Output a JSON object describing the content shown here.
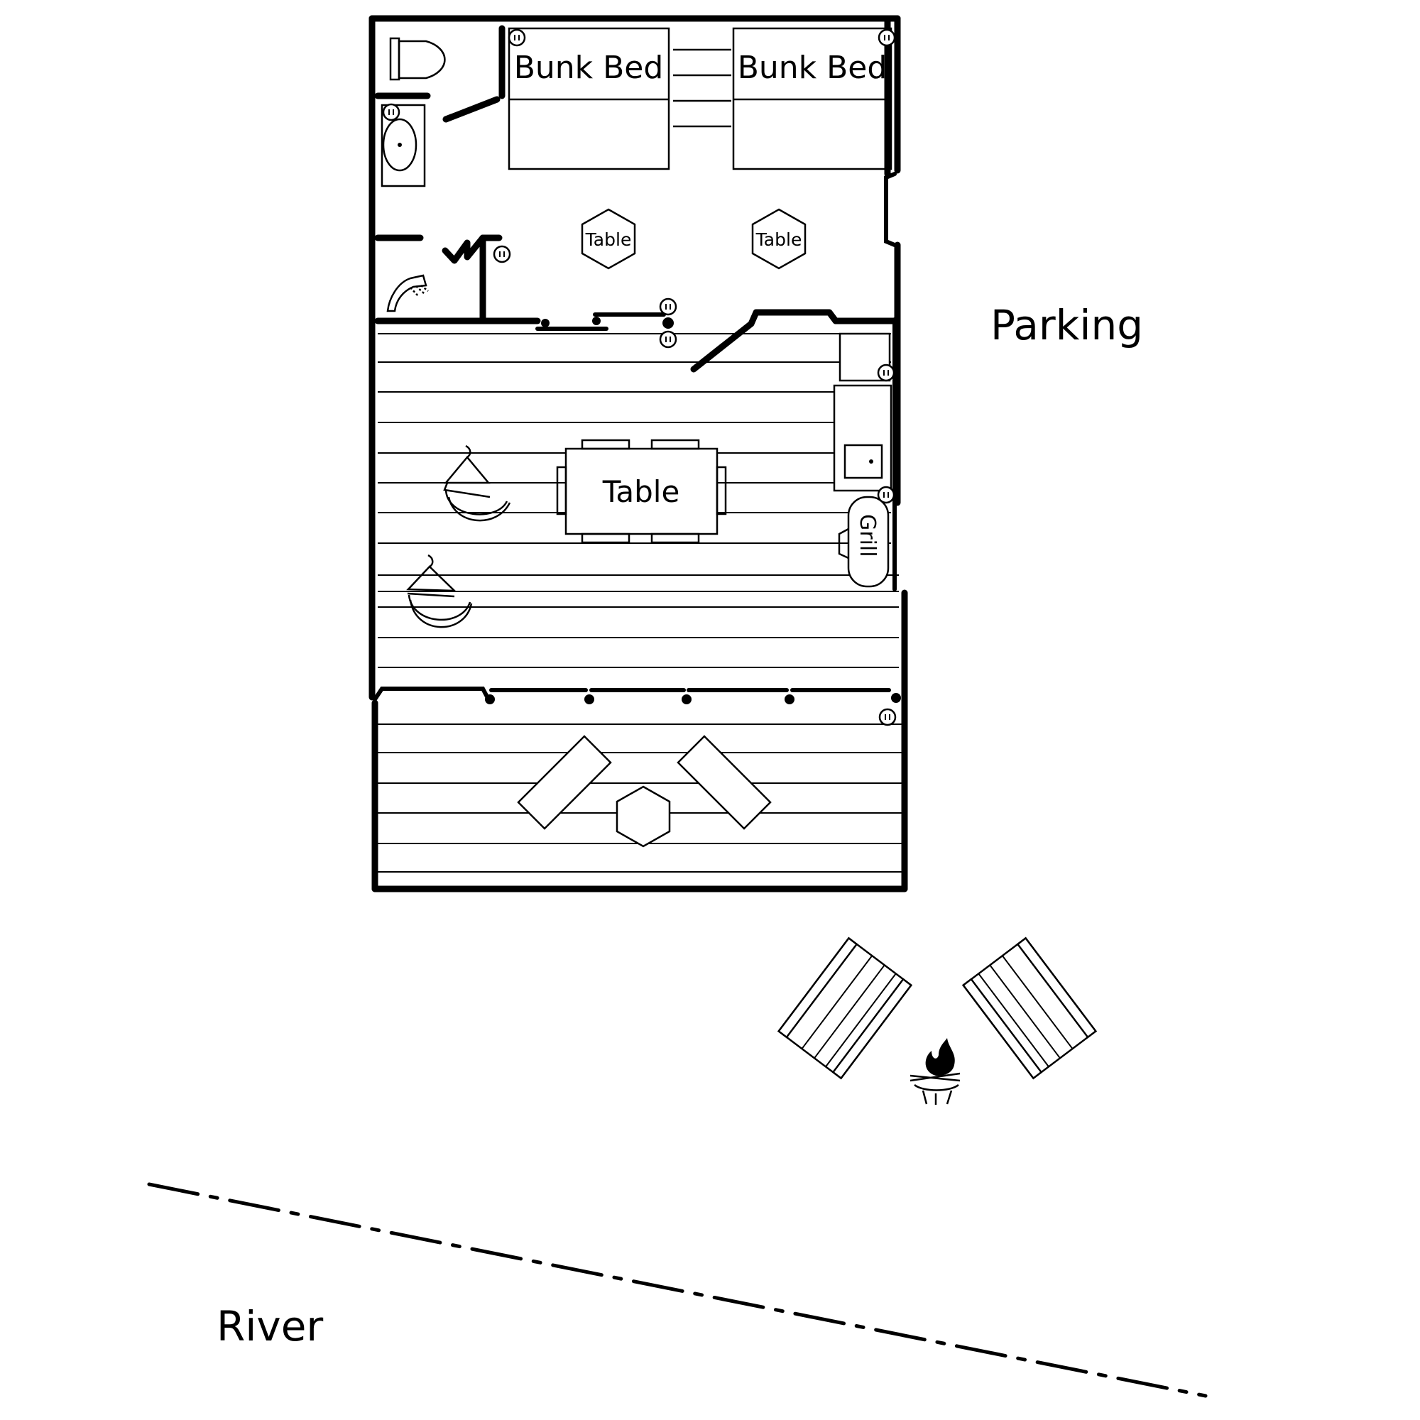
{
  "labels": {
    "bunk_bed_left": "Bunk Bed",
    "bunk_bed_right": "Bunk Bed",
    "table_small_left": "Table",
    "table_small_right": "Table",
    "dining_table": "Table",
    "grill": "Grill",
    "parking": "Parking",
    "river": "River"
  },
  "icons": [
    "toilet-icon",
    "sink-icon",
    "shower-icon",
    "outlet-icon",
    "hanging-chair-icon",
    "campfire-icon",
    "picnic-table-icon",
    "lounge-chair-icon"
  ]
}
